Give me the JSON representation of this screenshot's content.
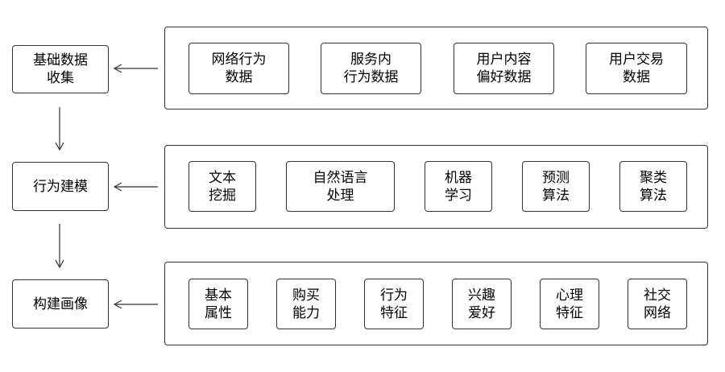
{
  "stages": [
    {
      "label": "基础数据\n收集",
      "items": [
        "网络行为\n数据",
        "服务内\n行为数据",
        "用户内容\n偏好数据",
        "用户交易\n数据"
      ]
    },
    {
      "label": "行为建模",
      "items": [
        "文本\n挖掘",
        "自然语言\n处理",
        "机器\n学习",
        "预测\n算法",
        "聚类\n算法"
      ]
    },
    {
      "label": "构建画像",
      "items": [
        "基本\n属性",
        "购买\n能力",
        "行为\n特征",
        "兴趣\n爱好",
        "心理\n特征",
        "社交\n网络"
      ]
    }
  ]
}
